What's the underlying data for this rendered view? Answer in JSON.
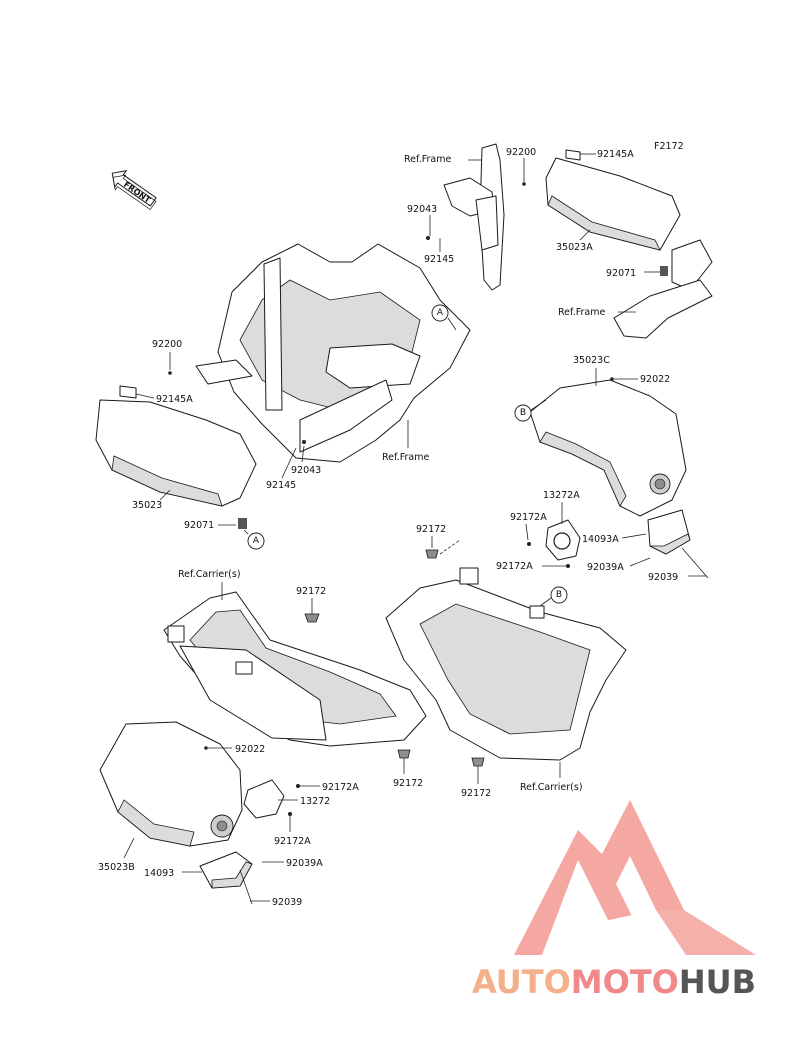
{
  "diagram_code": "F2172",
  "front_label": "FRONT",
  "watermark": {
    "part1": "AUTO",
    "part2": "MOTO",
    "part3": "HUB",
    "colors": {
      "part1": "#f4b08a",
      "part2": "#f08a8a",
      "part3": "#555555",
      "logo": "#f28b82"
    }
  },
  "callouts": {
    "a": "A",
    "b": "B"
  },
  "labels": {
    "ref_frame_top": "Ref.Frame",
    "p92200_top": "92200",
    "p92145A_top": "92145A",
    "p92043_top": "92043",
    "p92145_top": "92145",
    "p35023A": "35023A",
    "p92071_top": "92071",
    "ref_frame_mid": "Ref.Frame",
    "p35023C": "35023C",
    "p92022_top": "92022",
    "p92200_left": "92200",
    "p92145A_left": "92145A",
    "p35023": "35023",
    "p92071_left": "92071",
    "p92043_mid": "92043",
    "p92145_mid": "92145",
    "ref_frame_center": "Ref.Frame",
    "p13272A": "13272A",
    "p92172A_right": "92172A",
    "p14093A": "14093A",
    "p92172A_right2": "92172A",
    "p92039A_right": "92039A",
    "p92039_right": "92039",
    "p92172_center": "92172",
    "ref_carrier_left": "Ref.Carrier(s)",
    "p92172_left": "92172",
    "p92022_bottom": "92022",
    "p92172A_bottom": "92172A",
    "p13272": "13272",
    "p92172_mid": "92172",
    "p35023B": "35023B",
    "p92172A_bottom2": "92172A",
    "p92039A_bottom": "92039A",
    "p14093": "14093",
    "p92039_bottom": "92039",
    "p92172_bottom": "92172",
    "ref_carrier_right": "Ref.Carrier(s)"
  }
}
